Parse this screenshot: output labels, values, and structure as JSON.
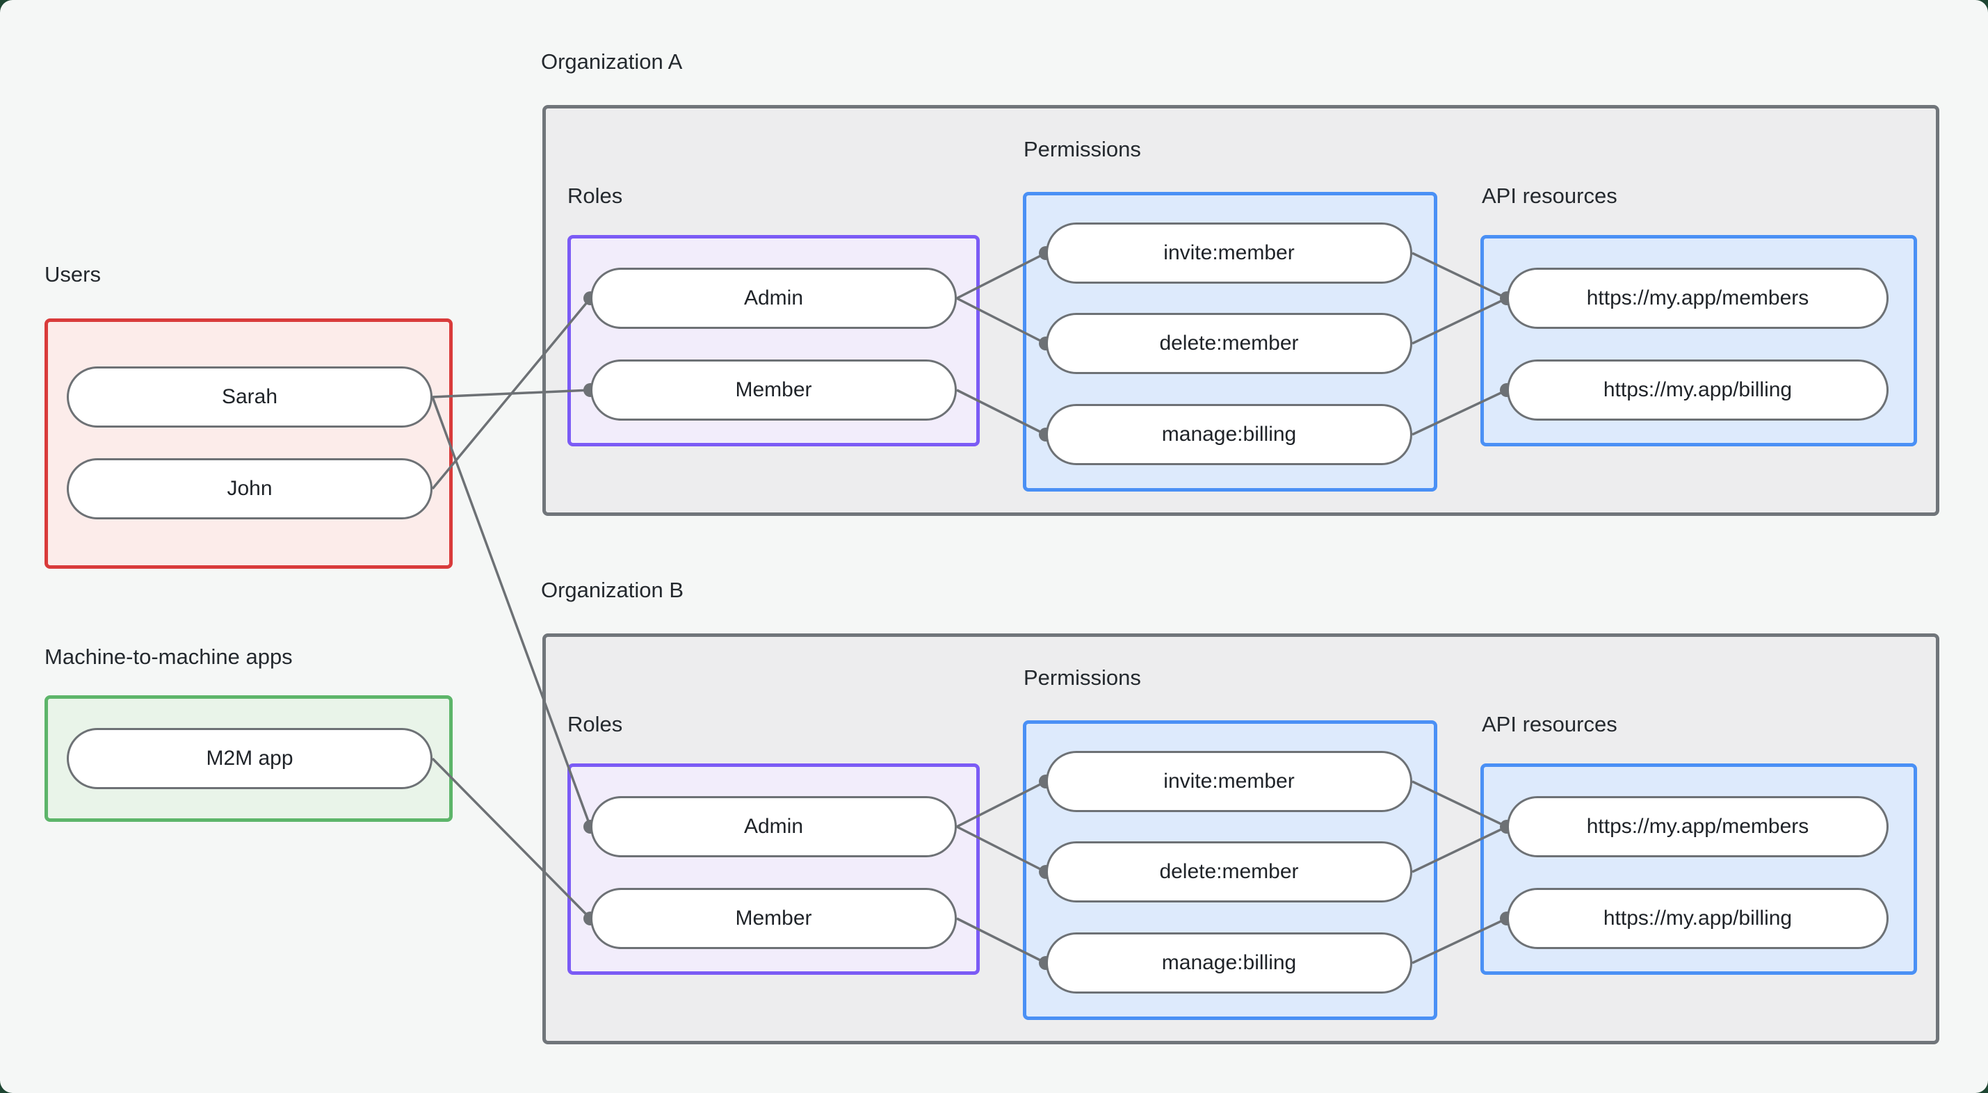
{
  "users_group": {
    "label": "Users",
    "items": [
      {
        "label": "Sarah"
      },
      {
        "label": "John"
      }
    ]
  },
  "m2m_group": {
    "label": "Machine-to-machine apps",
    "items": [
      {
        "label": "M2M app"
      }
    ]
  },
  "orgs": [
    {
      "label": "Organization A",
      "roles": {
        "label": "Roles",
        "items": [
          {
            "label": "Admin"
          },
          {
            "label": "Member"
          }
        ]
      },
      "permissions": {
        "label": "Permissions",
        "items": [
          {
            "label": "invite:member"
          },
          {
            "label": "delete:member"
          },
          {
            "label": "manage:billing"
          }
        ]
      },
      "api_resources": {
        "label": "API resources",
        "items": [
          {
            "label": "https://my.app/members"
          },
          {
            "label": "https://my.app/billing"
          }
        ]
      }
    },
    {
      "label": "Organization B",
      "roles": {
        "label": "Roles",
        "items": [
          {
            "label": "Admin"
          },
          {
            "label": "Member"
          }
        ]
      },
      "permissions": {
        "label": "Permissions",
        "items": [
          {
            "label": "invite:member"
          },
          {
            "label": "delete:member"
          },
          {
            "label": "manage:billing"
          }
        ]
      },
      "api_resources": {
        "label": "API resources",
        "items": [
          {
            "label": "https://my.app/members"
          },
          {
            "label": "https://my.app/billing"
          }
        ]
      }
    }
  ],
  "edges": [
    {
      "from": "user-sarah",
      "to": "org-a-role-member"
    },
    {
      "from": "user-john",
      "to": "org-a-role-admin"
    },
    {
      "from": "user-sarah",
      "to": "org-b-role-admin"
    },
    {
      "from": "m2m-app",
      "to": "org-b-role-member"
    },
    {
      "from": "org-a-role-admin",
      "to": "org-a-permission-invite-member"
    },
    {
      "from": "org-a-role-admin",
      "to": "org-a-permission-delete-member"
    },
    {
      "from": "org-a-role-member",
      "to": "org-a-permission-manage-billing"
    },
    {
      "from": "org-a-permission-invite-member",
      "to": "org-a-api-members"
    },
    {
      "from": "org-a-permission-delete-member",
      "to": "org-a-api-members"
    },
    {
      "from": "org-a-permission-manage-billing",
      "to": "org-a-api-billing"
    },
    {
      "from": "org-b-role-admin",
      "to": "org-b-permission-invite-member"
    },
    {
      "from": "org-b-role-admin",
      "to": "org-b-permission-delete-member"
    },
    {
      "from": "org-b-role-member",
      "to": "org-b-permission-manage-billing"
    },
    {
      "from": "org-b-permission-invite-member",
      "to": "org-b-api-members"
    },
    {
      "from": "org-b-permission-delete-member",
      "to": "org-b-api-members"
    },
    {
      "from": "org-b-permission-manage-billing",
      "to": "org-b-api-billing"
    }
  ],
  "colors": {
    "canvas_background": "#f5f7f6",
    "corner_backdrop": "#1e4632",
    "users_border": "#d93b3b",
    "users_fill": "#fcecea",
    "m2m_border": "#5db56a",
    "m2m_fill": "#e9f4e9",
    "roles_border": "#7b5bf5",
    "roles_fill": "#f2edfb",
    "permissions_border": "#4a90f5",
    "permissions_fill": "#ddeafc",
    "api_resources_border": "#4a90f5",
    "api_resources_fill": "#ddeafc",
    "org_border": "#70757a",
    "org_fill": "#ededee",
    "edge_line": "#6d7175",
    "node_border": "#6d7175",
    "node_fill": "#ffffff"
  }
}
